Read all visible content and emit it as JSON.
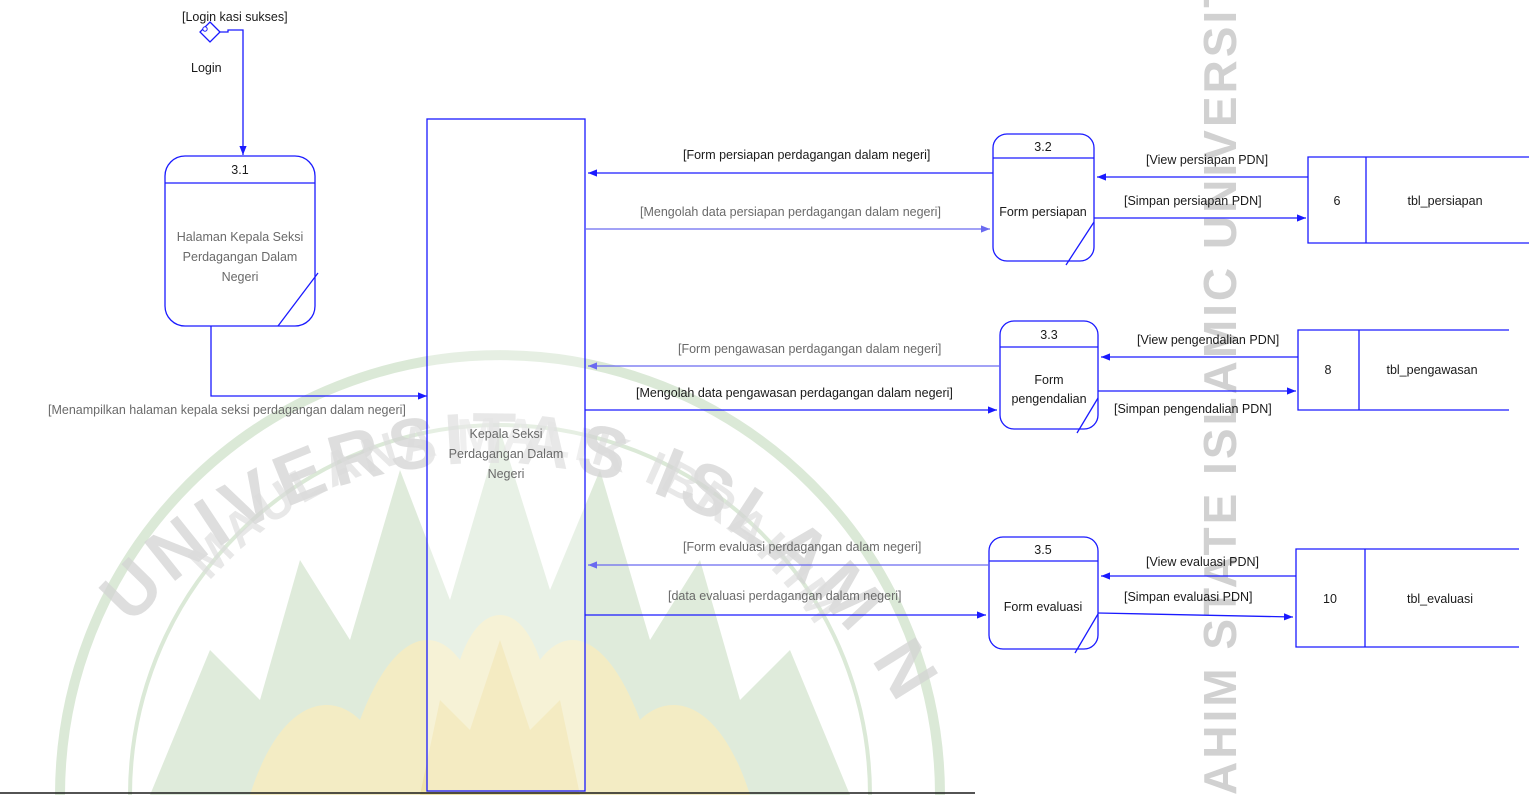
{
  "watermark": {
    "arc_text": "UNIVERSITAS ISLAM NEGERI",
    "arc_text_2": "MAULANA MALIK IBRAHIM",
    "side_text": "AHIM STATE ISLAMIC UNIVERSITY OF",
    "colors": {
      "text": "#c9c9c9",
      "green": "#dbe9d7",
      "gold": "#f3ecc4"
    }
  },
  "colors": {
    "line": "#1a1aff",
    "line_dim": "#6a6af0",
    "text": "#1a1a1a",
    "text_dim": "#6a6a6a"
  },
  "start": {
    "guard": "[Login kasi sukses]",
    "event": "Login"
  },
  "processes": [
    {
      "id": "3.1",
      "name_lines": [
        "Halaman Kepala Seksi",
        "Perdagangan Dalam",
        "Negeri"
      ]
    },
    {
      "id": "3.2",
      "name_lines": [
        "Form persiapan"
      ]
    },
    {
      "id": "3.3",
      "name_lines": [
        "Form",
        "pengendalian"
      ]
    },
    {
      "id": "3.5",
      "name_lines": [
        "Form evaluasi"
      ]
    }
  ],
  "entity": {
    "name_lines": [
      "Kepala Seksi",
      "Perdagangan Dalam",
      "Negeri"
    ]
  },
  "stores": [
    {
      "num": "6",
      "name": "tbl_persiapan"
    },
    {
      "num": "8",
      "name": "tbl_pengawasan"
    },
    {
      "num": "10",
      "name": "tbl_evaluasi"
    }
  ],
  "flows": {
    "halaman_to_entity": "[Menampilkan halaman kepala seksi perdagangan dalam negeri]",
    "form_persiapan_to_entity": "[Form persiapan perdagangan dalam negeri]",
    "entity_to_form_persiapan": "[Mengolah data persiapan perdagangan dalam negeri]",
    "view_persiapan": "[View persiapan PDN]",
    "simpan_persiapan": "[Simpan persiapan PDN]",
    "form_pengawasan_to_entity": "[Form pengawasan perdagangan dalam negeri]",
    "entity_to_form_pengendalian": "[Mengolah data pengawasan perdagangan dalam negeri]",
    "view_pengendalian": "[View pengendalian PDN]",
    "simpan_pengendalian": "[Simpan pengendalian PDN]",
    "form_evaluasi_to_entity": "[Form evaluasi perdagangan dalam negeri]",
    "entity_to_form_evaluasi": "[data evaluasi perdagangan dalam negeri]",
    "view_evaluasi": "[View evaluasi PDN]",
    "simpan_evaluasi": "[Simpan evaluasi PDN]"
  }
}
